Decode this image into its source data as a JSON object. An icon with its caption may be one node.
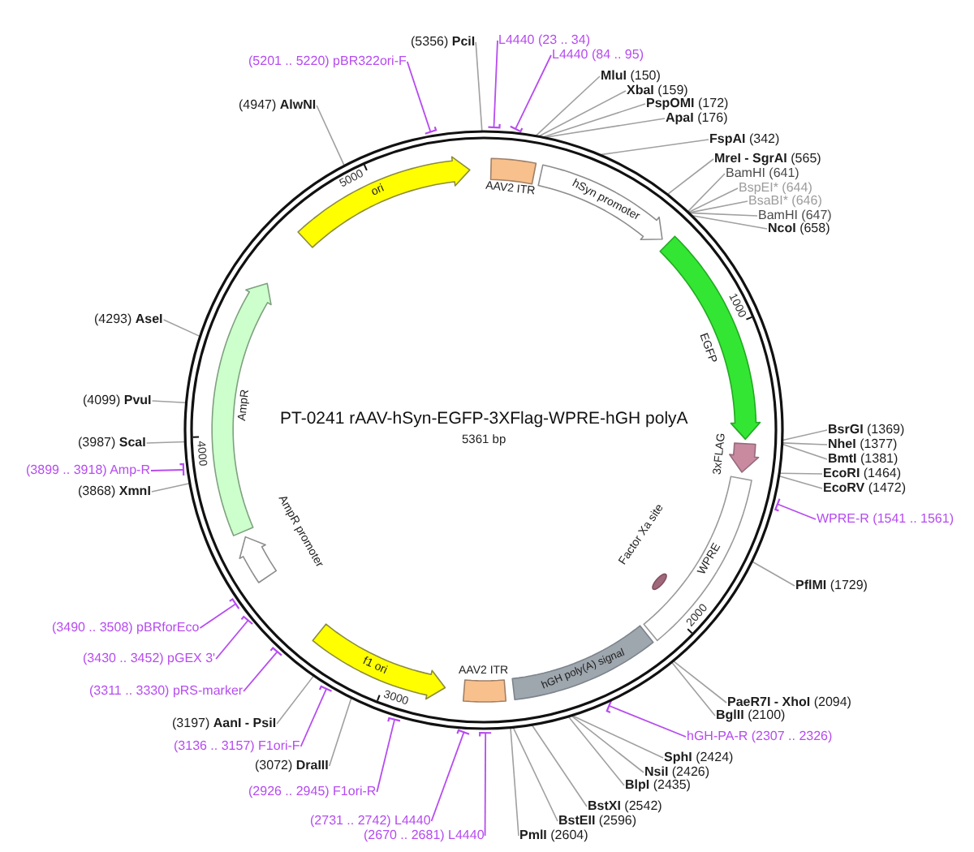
{
  "diagram": {
    "title": "PT-0241 rAAV-hSyn-EGFP-3XFlag-WPRE-hGH polyA",
    "nodes": [
      {
        "text": [],
        "shape": "circle"
      },
      {
        "text": [
          "AAV2 ITR"
        ],
        "in": 0
      },
      {
        "text": [
          "hSyn promoter"
        ],
        "in": 0
      },
      {
        "text": [
          "EGFP"
        ],
        "in": 0
      },
      {
        "text": [
          "3xFLAG"
        ],
        "in": 0
      },
      {
        "text": [
          "WPRE"
        ],
        "in": 0
      },
      {
        "text": [
          "Factor Xa site"
        ],
        "in": 0
      },
      {
        "text": [
          "hGH poly(A) signal"
        ],
        "in": 0
      },
      {
        "text": [
          "AAV2 ITR"
        ],
        "in": 0
      },
      {
        "text": [
          "f1 ori"
        ],
        "in": 0
      },
      {
        "text": [
          "AmpR promoter"
        ],
        "in": 0
      },
      {
        "text": [
          "AmpR"
        ],
        "in": 0
      },
      {
        "text": [
          "ori"
        ],
        "in": 0
      },
      {
        "text": [
          "L4440 (23 .. 34)"
        ]
      },
      {
        "text": [
          "L4440 (84 .. 95)"
        ]
      },
      {
        "text": [
          "**MluI** (150)"
        ]
      },
      {
        "text": [
          "**XbaI** (159)"
        ]
      },
      {
        "text": [
          "**PspOMI** (172)"
        ]
      },
      {
        "text": [
          "**ApaI** (176)"
        ]
      },
      {
        "text": [
          "**FspAI** (342)"
        ]
      },
      {
        "text": [
          "**MreI - SgrAI** (565)"
        ]
      },
      {
        "text": [
          "BamHI (641)"
        ]
      },
      {
        "text": [
          "BspEI* (644)"
        ]
      },
      {
        "text": [
          "BsaBI* (646)"
        ]
      },
      {
        "text": [
          "BamHI (647)"
        ]
      },
      {
        "text": [
          "**NcoI** (658)"
        ]
      },
      {
        "text": [
          "**BsrGI** (1369)"
        ]
      },
      {
        "text": [
          "**NheI** (1377)"
        ]
      },
      {
        "text": [
          "**BmtI** (1381)"
        ]
      },
      {
        "text": [
          "**EcoRI** (1464)"
        ]
      },
      {
        "text": [
          "**EcoRV** (1472)"
        ]
      },
      {
        "text": [
          "WPRE-R (1541 .. 1561)"
        ]
      },
      {
        "text": [
          "**PflMI** (1729)"
        ]
      },
      {
        "text": [
          "**PaeR7I - XhoI** (2094)"
        ]
      },
      {
        "text": [
          "**BglII** (2100)"
        ]
      },
      {
        "text": [
          "hGH-PA-R (2307 .. 2326)"
        ]
      },
      {
        "text": [
          "**SphI** (2424)"
        ]
      },
      {
        "text": [
          "**NsiI** (2426)"
        ]
      },
      {
        "text": [
          "**BlpI** (2435)"
        ]
      },
      {
        "text": [
          "**BstXI** (2542)"
        ]
      },
      {
        "text": [
          "**BstEII** (2596)"
        ]
      },
      {
        "text": [
          "**PmlI** (2604)"
        ]
      },
      {
        "text": [
          "(2670 .. 2681) L4440"
        ]
      },
      {
        "text": [
          "(2731 .. 2742) L4440"
        ]
      },
      {
        "text": [
          "(2926 .. 2945) F1ori-R"
        ]
      },
      {
        "text": [
          "(3072) **DraIII**"
        ]
      },
      {
        "text": [
          "(3136 .. 3157) F1ori-F"
        ]
      },
      {
        "text": [
          "(3197) **AanI - PsiI**"
        ]
      },
      {
        "text": [
          "(3311 .. 3330) pRS-marker"
        ]
      },
      {
        "text": [
          "(3430 .. 3452) pGEX 3'"
        ]
      },
      {
        "text": [
          "(3490 .. 3508) pBRforEco"
        ]
      },
      {
        "text": [
          "(3868) **XmnI**"
        ]
      },
      {
        "text": [
          "(3899 .. 3918) Amp-R"
        ]
      },
      {
        "text": [
          "(3987) **ScaI**"
        ]
      },
      {
        "text": [
          "(4099) **PvuI**"
        ]
      },
      {
        "text": [
          "(4293) **AseI**"
        ]
      },
      {
        "text": [
          "(4947) **AlwNI**"
        ]
      },
      {
        "text": [
          "(5201 .. 5220) pBR322ori-F"
        ]
      },
      {
        "text": [
          "(5356) **PciI**"
        ]
      }
    ],
    "edges": [
      {
        "from": 13,
        "to": 0,
        "arrow": "other",
        "color": "#b64cf0"
      },
      {
        "from": 14,
        "to": 0,
        "arrow": "other",
        "color": "#b64cf0"
      },
      {
        "from": 15,
        "to": 0,
        "arrow": "none"
      },
      {
        "from": 16,
        "to": 0,
        "arrow": "none"
      },
      {
        "from": 17,
        "to": 0,
        "arrow": "none"
      },
      {
        "from": 18,
        "to": 0,
        "arrow": "none"
      },
      {
        "from": 19,
        "to": 0,
        "arrow": "none"
      },
      {
        "from": 20,
        "to": 0,
        "arrow": "none"
      },
      {
        "from": 21,
        "to": 0,
        "arrow": "none"
      },
      {
        "from": 22,
        "to": 0,
        "arrow": "none"
      },
      {
        "from": 23,
        "to": 0,
        "arrow": "none"
      },
      {
        "from": 24,
        "to": 0,
        "arrow": "none"
      },
      {
        "from": 25,
        "to": 0,
        "arrow": "none"
      },
      {
        "from": 26,
        "to": 0,
        "arrow": "none"
      },
      {
        "from": 27,
        "to": 0,
        "arrow": "none"
      },
      {
        "from": 28,
        "to": 0,
        "arrow": "none"
      },
      {
        "from": 29,
        "to": 0,
        "arrow": "none"
      },
      {
        "from": 30,
        "to": 0,
        "arrow": "none"
      },
      {
        "from": 31,
        "to": 0,
        "arrow": "other",
        "color": "#b64cf0"
      },
      {
        "from": 32,
        "to": 0,
        "arrow": "none"
      },
      {
        "from": 33,
        "to": 0,
        "arrow": "none"
      },
      {
        "from": 34,
        "to": 0,
        "arrow": "none"
      },
      {
        "from": 35,
        "to": 0,
        "arrow": "other",
        "color": "#b64cf0"
      },
      {
        "from": 36,
        "to": 0,
        "arrow": "none"
      },
      {
        "from": 37,
        "to": 0,
        "arrow": "none"
      },
      {
        "from": 38,
        "to": 0,
        "arrow": "none"
      },
      {
        "from": 39,
        "to": 0,
        "arrow": "none"
      },
      {
        "from": 40,
        "to": 0,
        "arrow": "none"
      },
      {
        "from": 41,
        "to": 0,
        "arrow": "none"
      },
      {
        "from": 42,
        "to": 0,
        "arrow": "other",
        "color": "#b64cf0"
      },
      {
        "from": 43,
        "to": 0,
        "arrow": "other",
        "color": "#b64cf0"
      },
      {
        "from": 44,
        "to": 0,
        "arrow": "other",
        "color": "#b64cf0"
      },
      {
        "from": 45,
        "to": 0,
        "arrow": "none"
      },
      {
        "from": 46,
        "to": 0,
        "arrow": "other",
        "color": "#b64cf0"
      },
      {
        "from": 47,
        "to": 0,
        "arrow": "none"
      },
      {
        "from": 48,
        "to": 0,
        "arrow": "other",
        "color": "#b64cf0"
      },
      {
        "from": 49,
        "to": 0,
        "arrow": "other",
        "color": "#b64cf0"
      },
      {
        "from": 50,
        "to": 0,
        "arrow": "other",
        "color": "#b64cf0"
      },
      {
        "from": 51,
        "to": 0,
        "arrow": "none"
      },
      {
        "from": 52,
        "to": 0,
        "arrow": "other",
        "color": "#b64cf0"
      },
      {
        "from": 53,
        "to": 0,
        "arrow": "none"
      },
      {
        "from": 54,
        "to": 0,
        "arrow": "none"
      },
      {
        "from": 55,
        "to": 0,
        "arrow": "none"
      },
      {
        "from": 56,
        "to": 0,
        "arrow": "none"
      },
      {
        "from": 57,
        "to": 0,
        "arrow": "other",
        "color": "#b64cf0"
      },
      {
        "from": 58,
        "to": 0,
        "arrow": "none"
      }
    ],
    "labels": [
      "5000",
      "1000",
      "5361 bp",
      "4000",
      "2000",
      "3000"
    ]
  }
}
